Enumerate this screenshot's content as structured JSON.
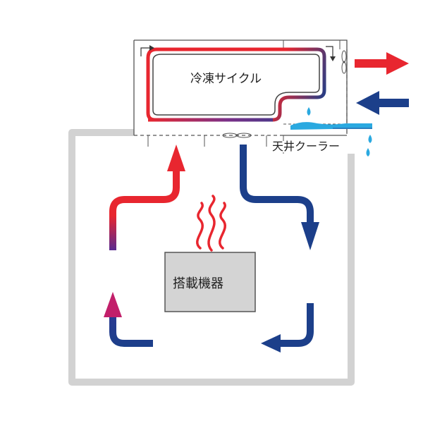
{
  "diagram": {
    "cycle_label": "冷凍サイクル",
    "cooler_label": "天井クーラー",
    "equipment_label": "搭載機器"
  },
  "colors": {
    "hot": "#e8262f",
    "cold": "#1c3f8a",
    "water": "#2aa9e0",
    "wall": "#d2d2d2",
    "equipment_fill": "#d4d4d4",
    "outline": "#444444"
  },
  "icons": {
    "heat": "heat-waves-icon",
    "droplet": "water-droplet-icon",
    "fan": "fan-icon"
  }
}
